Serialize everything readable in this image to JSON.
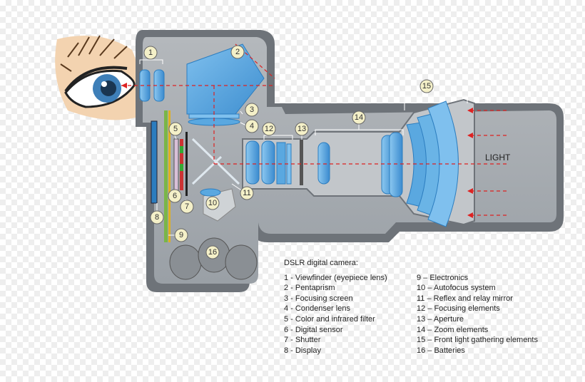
{
  "legend": {
    "title": "DSLR digital camera:",
    "col1": [
      "1 - Viewfinder (eyepiece lens)",
      "2 - Pentaprism",
      "3 - Focusing screen",
      "4 - Condenser lens",
      "5 - Color and infrared filter",
      "6 - Digital sensor",
      "7 - Shutter",
      "8 - Display"
    ],
    "col2": [
      "9 – Electronics",
      "10 – Autofocus system",
      "11 – Reflex and relay mirror",
      "12 – Focusing elements",
      "13 – Aperture",
      "14 – Zoom elements",
      "15 – Front light gathering elements",
      "16 – Batteries"
    ]
  },
  "light_label": "LIGHT",
  "callouts": [
    "1",
    "2",
    "3",
    "4",
    "5",
    "6",
    "7",
    "8",
    "9",
    "10",
    "11",
    "12",
    "13",
    "14",
    "15",
    "16"
  ],
  "colors": {
    "body_outer": "#6e7379",
    "body_inner": "#a6abb0",
    "glass": "#5aa8e0",
    "glass_edge": "#2c7dbf",
    "ray": "#dd2222",
    "callout_fill": "#f4f0c8"
  }
}
